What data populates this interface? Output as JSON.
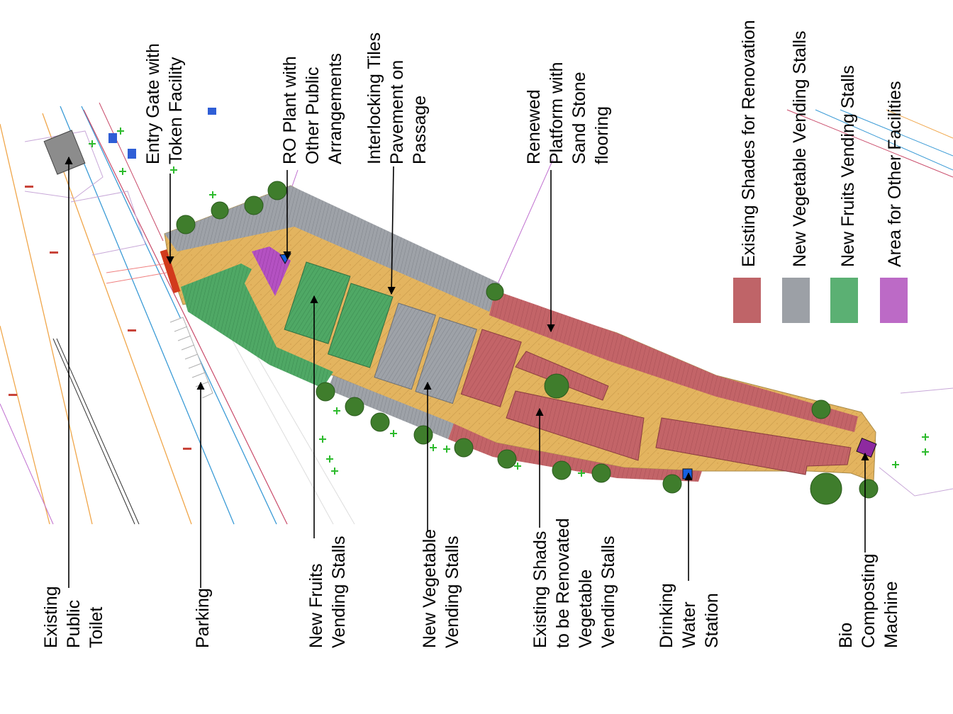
{
  "labels": {
    "top": {
      "entry_gate": [
        "Entry Gate with",
        "Token Facility"
      ],
      "ro_plant": [
        "RO Plant with",
        "Other Public",
        "Arrangements"
      ],
      "interlocking": [
        "Interlocking Tiles",
        "Pavement on",
        "Passage"
      ],
      "renewed": [
        "Renewed",
        "Platform with",
        "Sand Stone",
        "flooring"
      ]
    },
    "bottom": {
      "toilet": [
        "Existing",
        "Public",
        "Toilet"
      ],
      "parking": [
        "Parking"
      ],
      "fruits": [
        "New Fruits",
        "Vending Stalls"
      ],
      "vegetable": [
        "New Vegetable",
        "Vending Stalls"
      ],
      "existing_shads": [
        "Existing  Shads",
        "to be Renovated",
        "Vegetable",
        "Vending Stalls"
      ],
      "drinking": [
        "Drinking",
        "Water",
        "Station"
      ],
      "bio": [
        "Bio",
        "Composting",
        "Machine"
      ]
    }
  },
  "legend": [
    {
      "label": "Existing Shades for Renovation",
      "color": "#bf6468"
    },
    {
      "label": "New Vegetable Vending Stalls",
      "color": "#9ca0a6"
    },
    {
      "label": "New Fruits Vending Stalls",
      "color": "#5bb073"
    },
    {
      "label": "Area for Other Facilities",
      "color": "#bc6ac6"
    }
  ],
  "colors": {
    "paving": "#e3b45f",
    "existing_shade": "#c36468",
    "vegetable_stall": "#9ea2a8",
    "fruit_stall": "#4fa865",
    "facility": "#b451c2",
    "gate": "#d23a1c",
    "water_station": "#1560e0"
  }
}
